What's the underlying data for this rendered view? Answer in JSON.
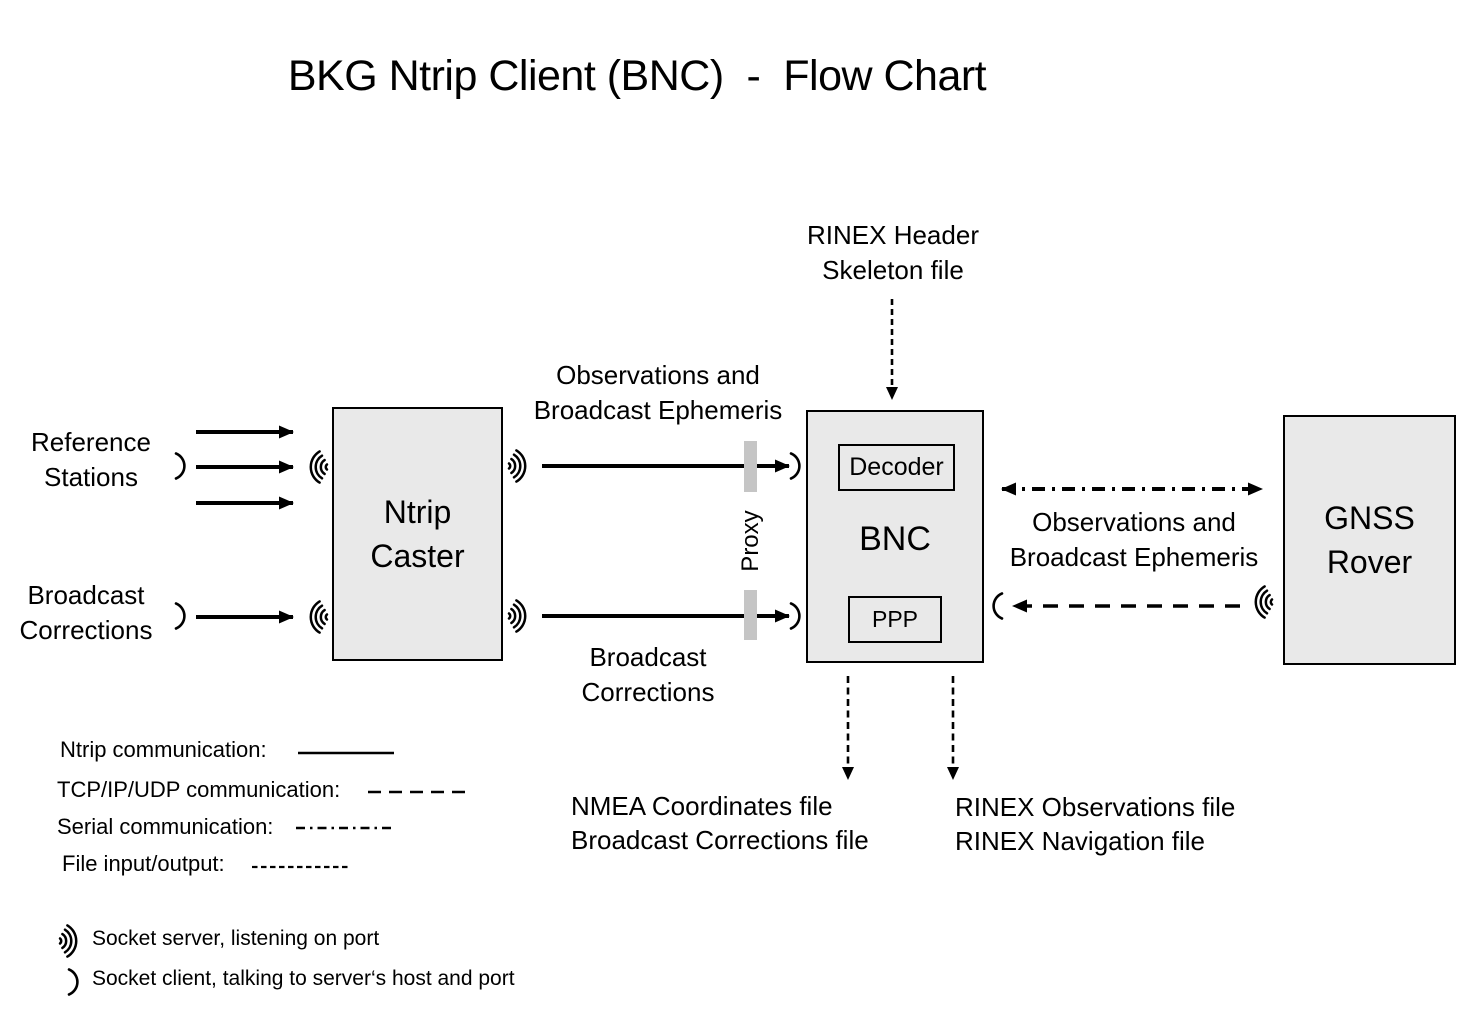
{
  "title": "BKG Ntrip Client (BNC)  -  Flow Chart",
  "nodes": {
    "ntrip_caster": {
      "line1": "Ntrip",
      "line2": "Caster"
    },
    "bnc": {
      "label": "BNC",
      "decoder_label": "Decoder",
      "ppp_label": "PPP"
    },
    "gnss_rover": {
      "line1": "GNSS",
      "line2": "Rover"
    }
  },
  "inputs": {
    "reference_stations": {
      "line1": "Reference",
      "line2": "Stations"
    },
    "broadcast_corrections": {
      "line1": "Broadcast",
      "line2": "Corrections"
    }
  },
  "flows": {
    "caster_to_bnc_top": {
      "line1": "Observations and",
      "line2": "Broadcast Ephemeris"
    },
    "caster_to_bnc_bottom": {
      "line1": "Broadcast",
      "line2": "Corrections"
    },
    "rinex_header_input": {
      "line1": "RINEX Header",
      "line2": "Skeleton file"
    },
    "bnc_rover": {
      "line1": "Observations and",
      "line2": "Broadcast Ephemeris"
    },
    "proxy_label": "Proxy",
    "output_left": {
      "line1": "NMEA Coordinates file",
      "line2": "Broadcast Corrections file"
    },
    "output_right": {
      "line1": "RINEX Observations file",
      "line2": "RINEX Navigation file"
    }
  },
  "legend": {
    "line_types": [
      {
        "label": "Ntrip communication:",
        "style": "solid"
      },
      {
        "label": "TCP/IP/UDP communication:",
        "style": "dashed"
      },
      {
        "label": "Serial communication:",
        "style": "dashdot"
      },
      {
        "label": "File input/output:",
        "style": "finedash"
      }
    ],
    "socket_server": "Socket server, listening on port",
    "socket_client": "Socket client, talking to server‘s host and port"
  },
  "colors": {
    "box_fill": "#e9e9e9",
    "box_border": "#000000",
    "proxy_bar": "#c5c5c5",
    "line": "#000000",
    "text": "#000000"
  }
}
